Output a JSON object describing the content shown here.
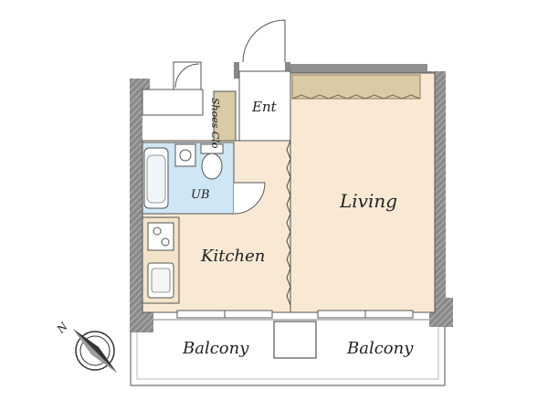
{
  "floor_plan": {
    "rooms": {
      "living": "Living",
      "kitchen": "Kitchen",
      "entrance": "Ent",
      "unit_bath": "UB",
      "shoes_closet": "Shoes Clo",
      "balcony_left": "Balcony",
      "balcony_right": "Balcony"
    },
    "compass": {
      "label": "N"
    },
    "colors": {
      "floor": "#f9e9d4",
      "bath": "#cfe6f4",
      "wall": "#7d7d7d",
      "storage": "#d9cba6"
    }
  }
}
